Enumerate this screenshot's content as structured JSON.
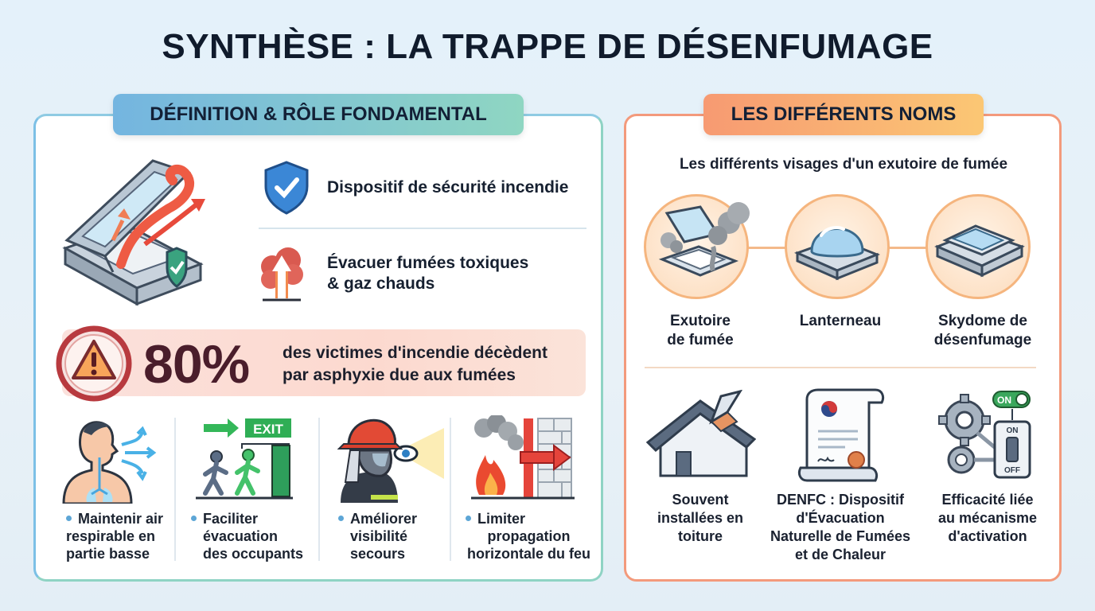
{
  "title": "SYNTHÈSE : LA TRAPPE DE DÉSENFUMAGE",
  "left_panel": {
    "tag": "DÉFINITION & RÔLE FONDAMENTAL",
    "definition_items": [
      {
        "icon": "shield-check-icon",
        "label": "Dispositif de sécurité incendie"
      },
      {
        "icon": "smoke-up-arrow-icon",
        "line1": "Évacuer fumées toxiques",
        "line2": "& gaz chauds"
      }
    ],
    "stat": {
      "icon": "warning-icon",
      "value": "80%",
      "line1": "des victimes d'incendie décèdent",
      "line2": "par asphyxie due aux fumées"
    },
    "roles": [
      {
        "icon": "breathing-person-icon",
        "lines": [
          "Maintenir air",
          "respirable en",
          "partie basse"
        ]
      },
      {
        "icon": "exit-evacuation-icon",
        "exit_sign": "EXIT",
        "lines": [
          "Faciliter",
          "évacuation",
          "des occupants"
        ]
      },
      {
        "icon": "firefighter-visibility-icon",
        "lines": [
          "Améliorer",
          "visibilité",
          "secours"
        ]
      },
      {
        "icon": "fire-wall-icon",
        "lines": [
          "Limiter",
          "propagation",
          "horizontale du feu"
        ]
      }
    ]
  },
  "right_panel": {
    "tag": "LES DIFFÉRENTS NOMS",
    "subtitle": "Les différents visages d'un exutoire de fumée",
    "names": [
      {
        "icon": "open-hatch-smoke-icon",
        "lines": [
          "Exutoire",
          "de fumée"
        ]
      },
      {
        "icon": "dome-skylight-icon",
        "lines": [
          "Lanterneau"
        ]
      },
      {
        "icon": "flat-skydome-icon",
        "lines": [
          "Skydome de",
          "désenfumage"
        ]
      }
    ],
    "facts": [
      {
        "icon": "house-roof-hatch-icon",
        "lines": [
          "Souvent",
          "installées en",
          "toiture"
        ]
      },
      {
        "icon": "certificate-document-icon",
        "lines": [
          "DENFC : Dispositif",
          "d'Évacuation",
          "Naturelle de Fumées",
          "et de Chaleur"
        ]
      },
      {
        "icon": "gears-switch-icon",
        "switch_top": "ON",
        "switch_on": "ON",
        "switch_off": "OFF",
        "lines": [
          "Efficacité liée",
          "au mécanisme",
          "d'activation"
        ]
      }
    ]
  },
  "colors": {
    "left_accent": "#8fd3c4",
    "right_accent": "#f39a7c",
    "stat_value": "#4a1d2b",
    "bullet": "#5da6d6"
  }
}
